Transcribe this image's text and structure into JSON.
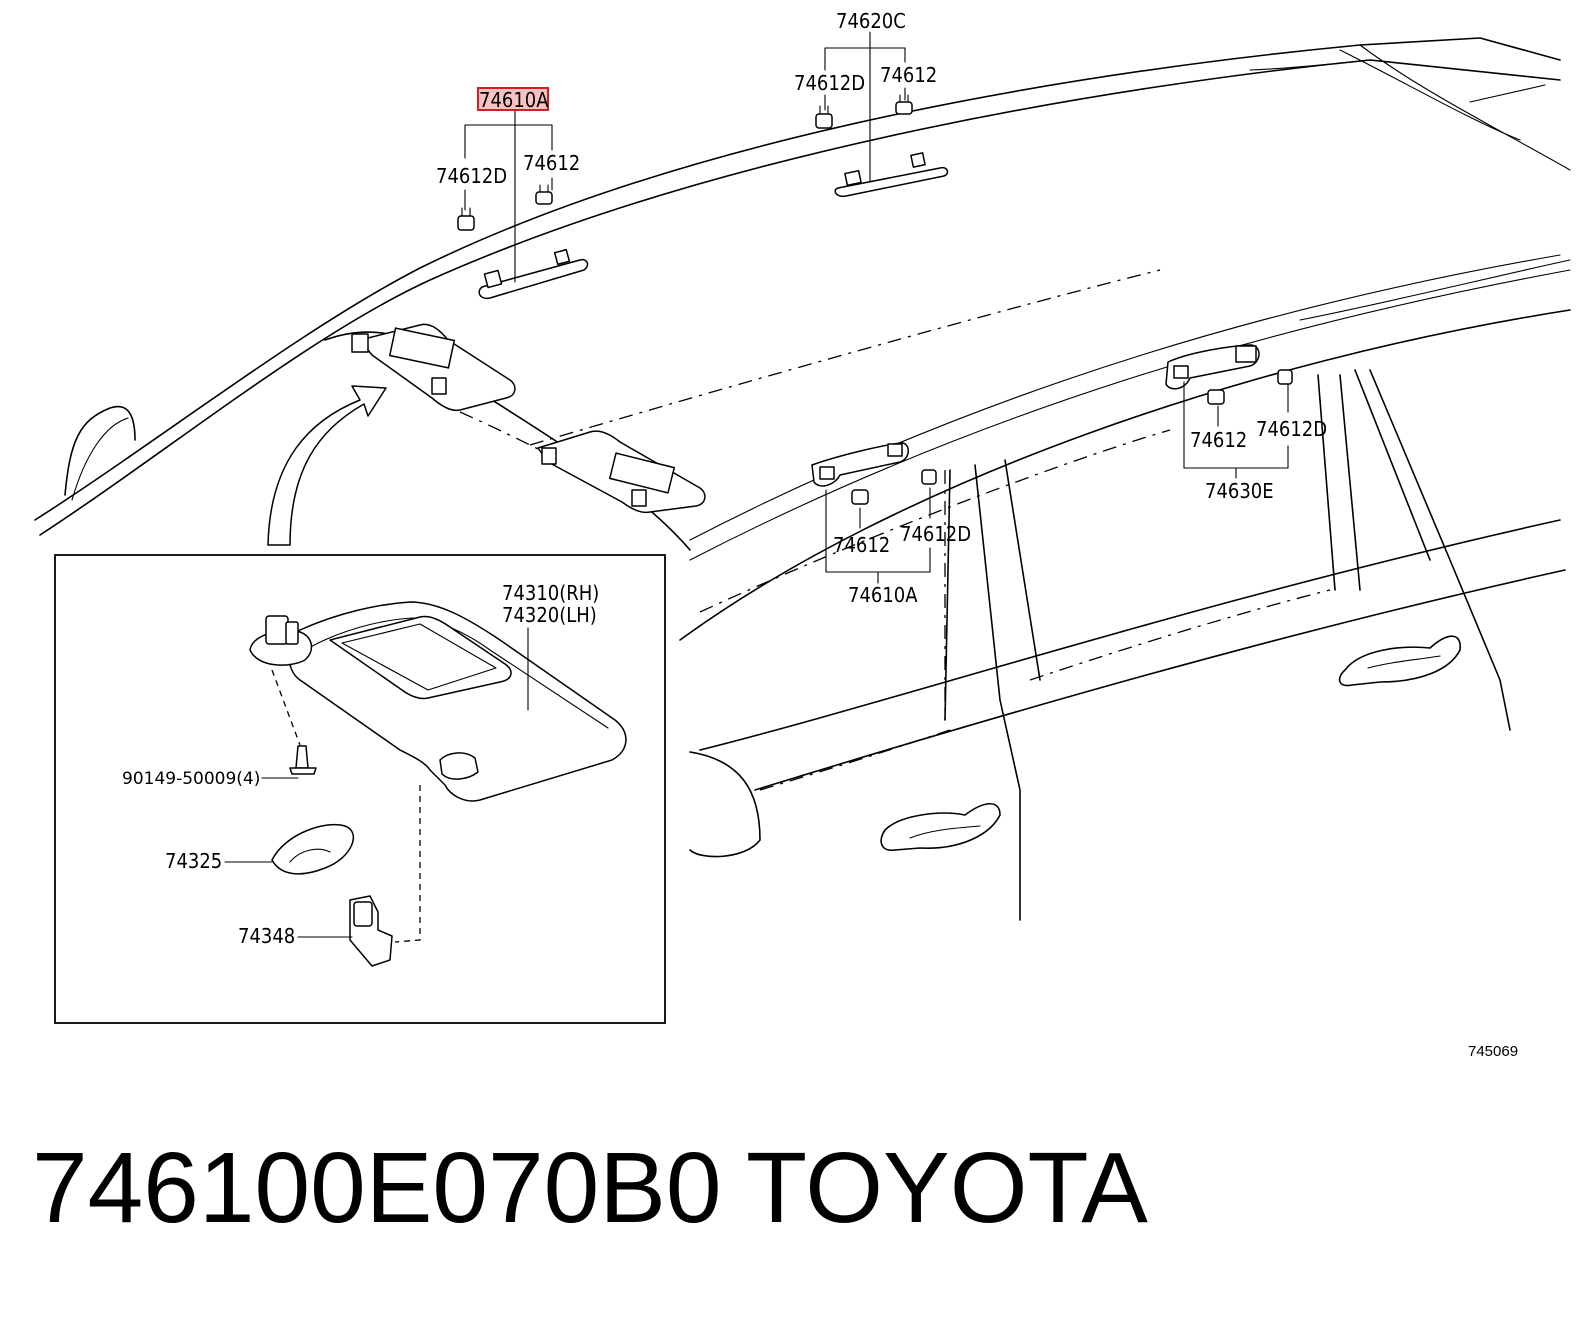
{
  "diagram": {
    "labels": {
      "clip_group_front": "74610A",
      "clip_d_front": "74612D",
      "clip_front": "74612",
      "clip_group_mid": "74620C",
      "clip_d_mid": "74612D",
      "clip_mid": "74612",
      "clip_group_side": "74610A",
      "clip_side": "74612",
      "clip_d_side": "74612D",
      "clip_group_rear": "74630E",
      "clip_rear": "74612",
      "clip_d_rear": "74612D",
      "visor_rh": "74310(RH)",
      "visor_lh": "74320(LH)",
      "screw": "90149-50009(4)",
      "mirror_cover": "74325",
      "holder": "74348"
    },
    "highlighted_label": "clip_group_front",
    "highlight_color": "#d21f1f",
    "reference_number": "745069"
  },
  "footer": {
    "part_number": "746100E070B0",
    "brand": "TOYOTA"
  }
}
